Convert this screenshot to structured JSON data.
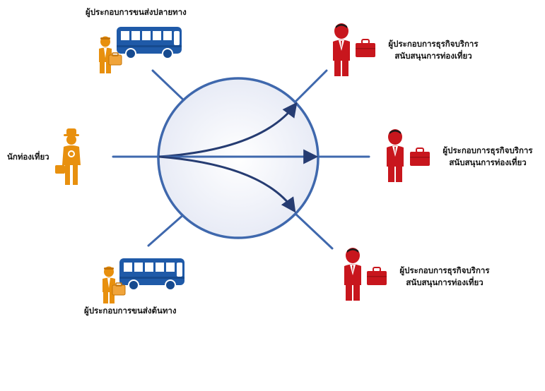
{
  "labels": {
    "tourist": "นักท่องเที่ยว",
    "origin_transport": "ผู้ประกอบการขนส่งต้นทาง",
    "destination_transport": "ผู้ประกอบการขนส่งปลายทาง",
    "support_business": {
      "line1": "ผู้ประกอบการธุรกิจบริการ",
      "line2": "สนับสนุนการท่องเที่ยว"
    }
  },
  "colors": {
    "line_blue": "#3f68ad",
    "arrow_navy": "#263c72",
    "bus_blue": "#1f5aa8",
    "person_orange": "#e8900e",
    "person_red": "#c8161d"
  },
  "icons": {
    "bus": "bus-icon",
    "tourist": "tourist-person-icon",
    "driver": "driver-person-icon",
    "business": "businessman-icon",
    "briefcase": "briefcase-icon"
  }
}
